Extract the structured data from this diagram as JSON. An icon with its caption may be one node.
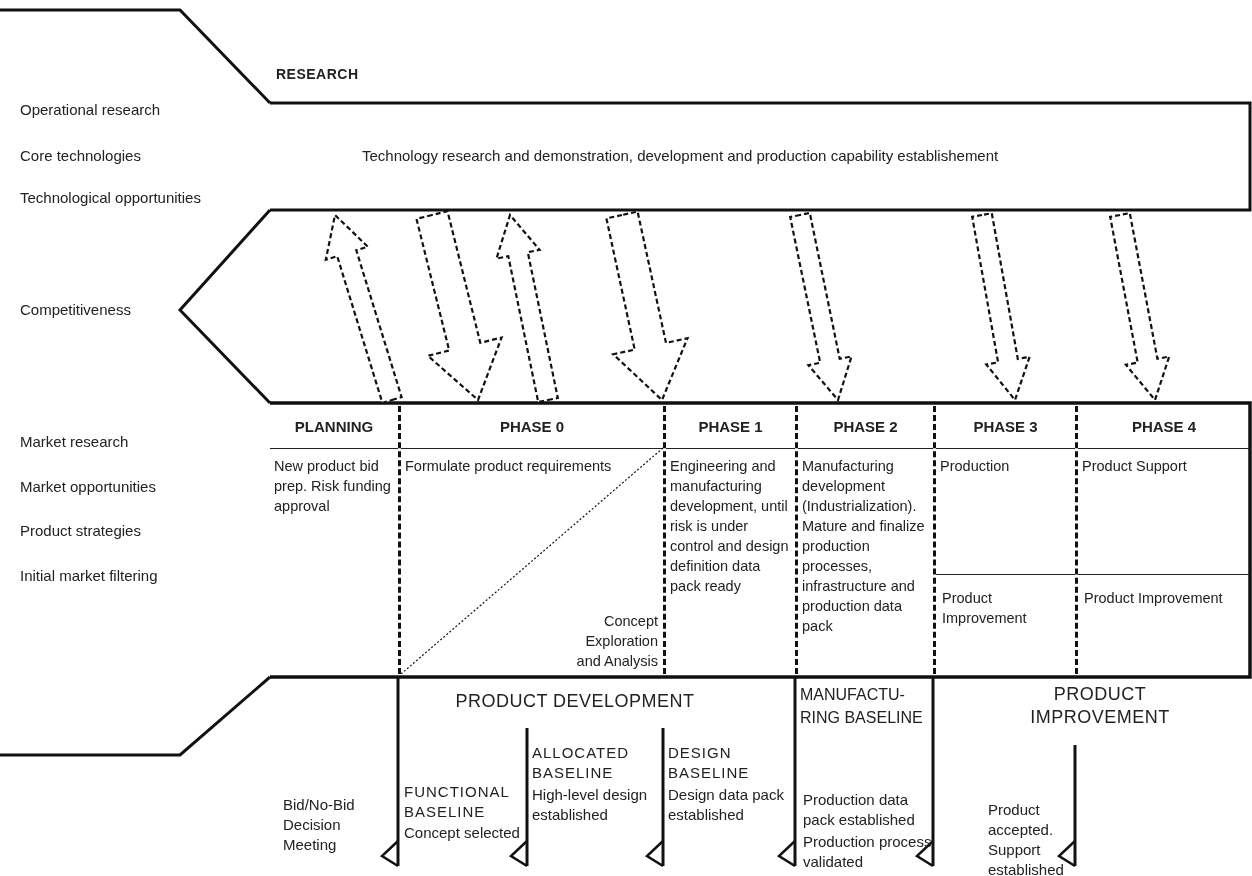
{
  "diagram": {
    "nodes": [
      {
        "text": [
          "RESEARCH",
          "Technology research and demonstration, development and production capability establishement"
        ]
      },
      {
        "text": [],
        "shape": "box"
      },
      {
        "text": [
          "PLANNING",
          "New product bid prep. Risk funding approval"
        ],
        "in": 1
      },
      {
        "text": [
          "PHASE 0",
          "Formulate product requirements",
          "Concept Exploration and Analysis"
        ],
        "in": 1
      },
      {
        "text": [
          "PHASE 1",
          "Engineering and manufacturing development, until risk is under control and design definition data pack ready"
        ],
        "in": 1
      },
      {
        "text": [
          "PHASE 2",
          "Manufacturing development (Industrialization). Mature and finalize production processes, infrastructure and production data pack"
        ],
        "in": 1
      },
      {
        "text": [
          "PHASE 3",
          "Production",
          "Product Improvement"
        ],
        "in": 1
      },
      {
        "text": [
          "PHASE 4",
          "Product Support",
          "Product Improvement"
        ],
        "in": 1
      }
    ],
    "edges": [
      {
        "from": 1,
        "to": 0,
        "arrow": "to",
        "style": "dashed"
      },
      {
        "from": 0,
        "to": 1,
        "arrow": "to",
        "style": "dashed"
      },
      {
        "from": 1,
        "to": 0,
        "arrow": "to",
        "style": "dashed"
      },
      {
        "from": 0,
        "to": 1,
        "arrow": "to",
        "style": "dashed"
      },
      {
        "from": 0,
        "to": 1,
        "arrow": "to",
        "style": "dashed"
      },
      {
        "from": 0,
        "to": 1,
        "arrow": "to",
        "style": "dashed"
      },
      {
        "from": 0,
        "to": 1,
        "arrow": "to",
        "style": "dashed"
      }
    ],
    "labels": [
      "Operational research",
      "Core technologies",
      "Technological opportunities",
      "Competitiveness",
      "Market research",
      "Market opportunities",
      "Product strategies",
      "Initial market filtering",
      "PRODUCT DEVELOPMENT",
      "MANUFACTU- RING BASELINE",
      "PRODUCT IMPROVEMENT",
      "Bid/No-Bid Decision Meeting",
      "FUNCTIONAL BASELINE",
      "Concept selected",
      "ALLOCATED BASELINE",
      "High-level design established",
      "DESIGN BASELINE",
      "Design data pack established",
      "Production data pack established",
      "Production process validated",
      "Product accepted. Support established"
    ]
  }
}
